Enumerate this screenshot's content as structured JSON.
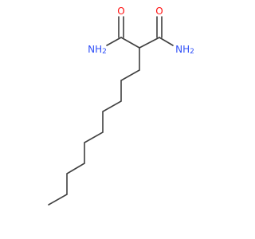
{
  "molecule": {
    "atoms": {
      "oxygen_left": "O",
      "oxygen_right": "O",
      "amide_n_left": "NH",
      "amide_n_left_sub": "2",
      "amide_n_right": "NH",
      "amide_n_right_sub": "2"
    },
    "colors": {
      "bond": "#3f3f3f",
      "oxygen": "#ff0d0d",
      "nitrogen": "#3050f8"
    }
  }
}
